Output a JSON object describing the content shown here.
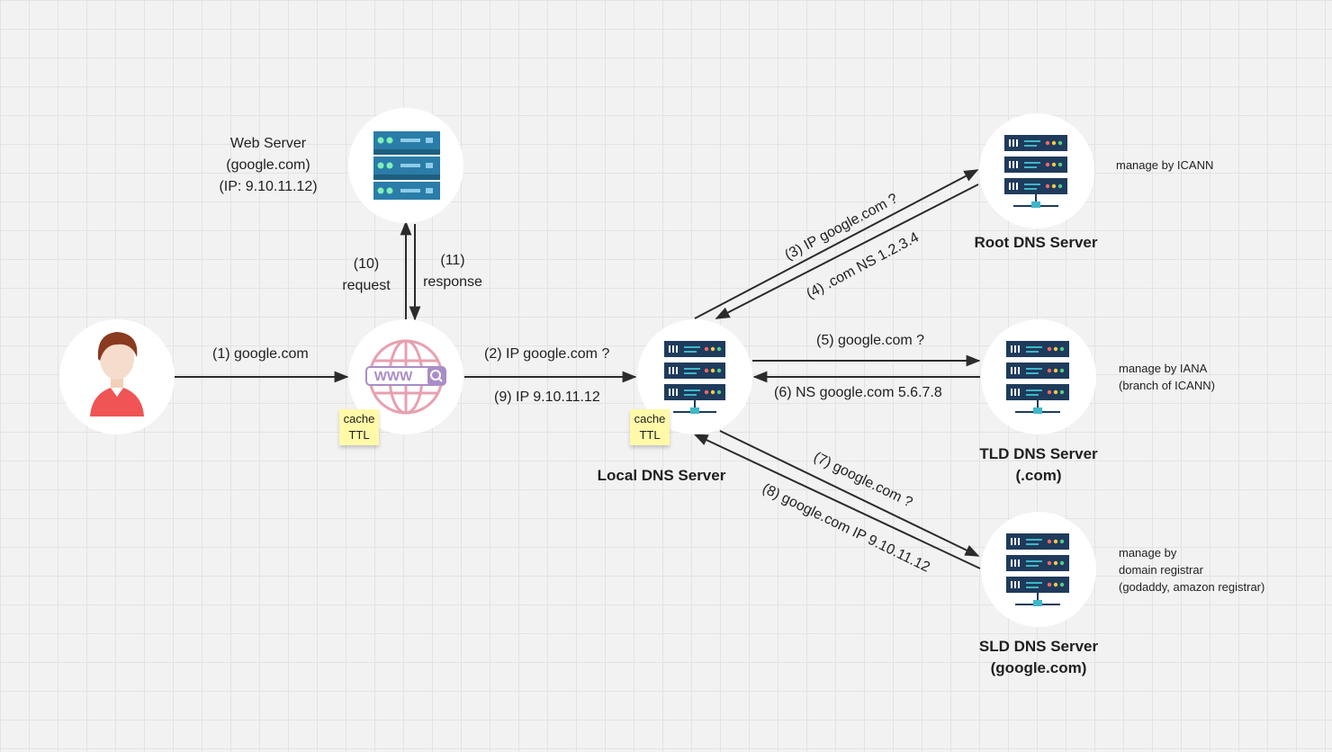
{
  "nodes": {
    "web_server": {
      "line1": "Web Server",
      "line2": "(google.com)",
      "line3": "(IP: 9.10.11.12)"
    },
    "local_dns": {
      "label": "Local DNS Server"
    },
    "root_dns": {
      "label": "Root DNS Server",
      "note": "manage by ICANN"
    },
    "tld_dns": {
      "line1": "TLD DNS Server",
      "line2": "(.com)",
      "note1": "manage by IANA",
      "note2": "(branch of ICANN)"
    },
    "sld_dns": {
      "line1": "SLD DNS Server",
      "line2": "(google.com)",
      "note1": "manage by",
      "note2": "domain registrar",
      "note3": "(godaddy, amazon registrar)"
    }
  },
  "stickies": {
    "browser": {
      "line1": "cache",
      "line2": "TTL"
    },
    "local": {
      "line1": "cache",
      "line2": "TTL"
    }
  },
  "arrows": {
    "a1": "(1) google.com",
    "a2": "(2) IP google.com ?",
    "a3": "(3) IP google.com ?",
    "a4": "(4) .com NS 1.2.3.4",
    "a5": "(5) google.com ?",
    "a6": "(6) NS google.com 5.6.7.8",
    "a7": "(7) google.com ?",
    "a8": "(8) google.com IP 9.10.11.12",
    "a9": "(9) IP 9.10.11.12",
    "a10_num": "(10)",
    "a10_text": "request",
    "a11_num": "(11)",
    "a11_text": "response"
  }
}
